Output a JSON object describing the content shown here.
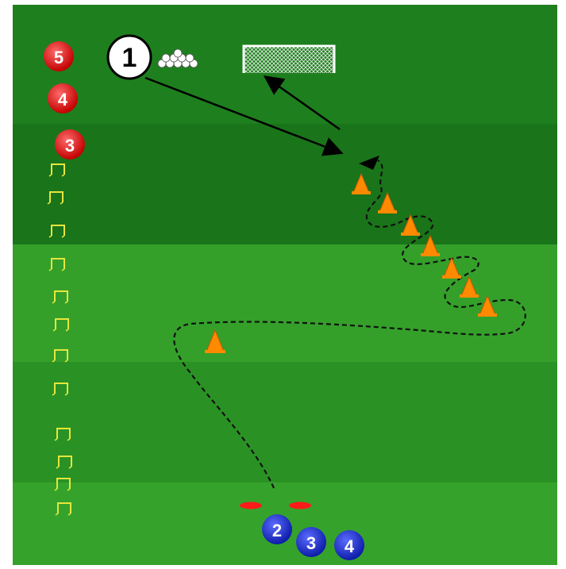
{
  "colors": {
    "field_dark": "#1f7d1f",
    "field_light": "#34a02a",
    "red_player": "#e01010",
    "blue_player": "#1c2fd0",
    "cone": "#ff8a00",
    "hurdle": "#e6e63c",
    "path": "#111111",
    "arrow": "#000000",
    "goal_net": "#ffffff"
  },
  "coach": {
    "number": "1",
    "icon": "coach-marker-icon"
  },
  "ball_pile": {
    "icon": "soccer-balls-icon",
    "count": 10
  },
  "goal": {
    "icon": "goal-icon"
  },
  "red_players": [
    {
      "number": "5"
    },
    {
      "number": "4"
    },
    {
      "number": "3"
    }
  ],
  "blue_players": [
    {
      "number": "2"
    },
    {
      "number": "3"
    },
    {
      "number": "4"
    }
  ],
  "hurdles": {
    "icon": "mini-hurdle-icon",
    "count": 12
  },
  "slalom_cones": {
    "icon": "cone-icon",
    "count": 7
  },
  "single_cone": {
    "icon": "cone-icon"
  },
  "start_markers": {
    "icon": "disc-marker-icon",
    "count": 2
  }
}
